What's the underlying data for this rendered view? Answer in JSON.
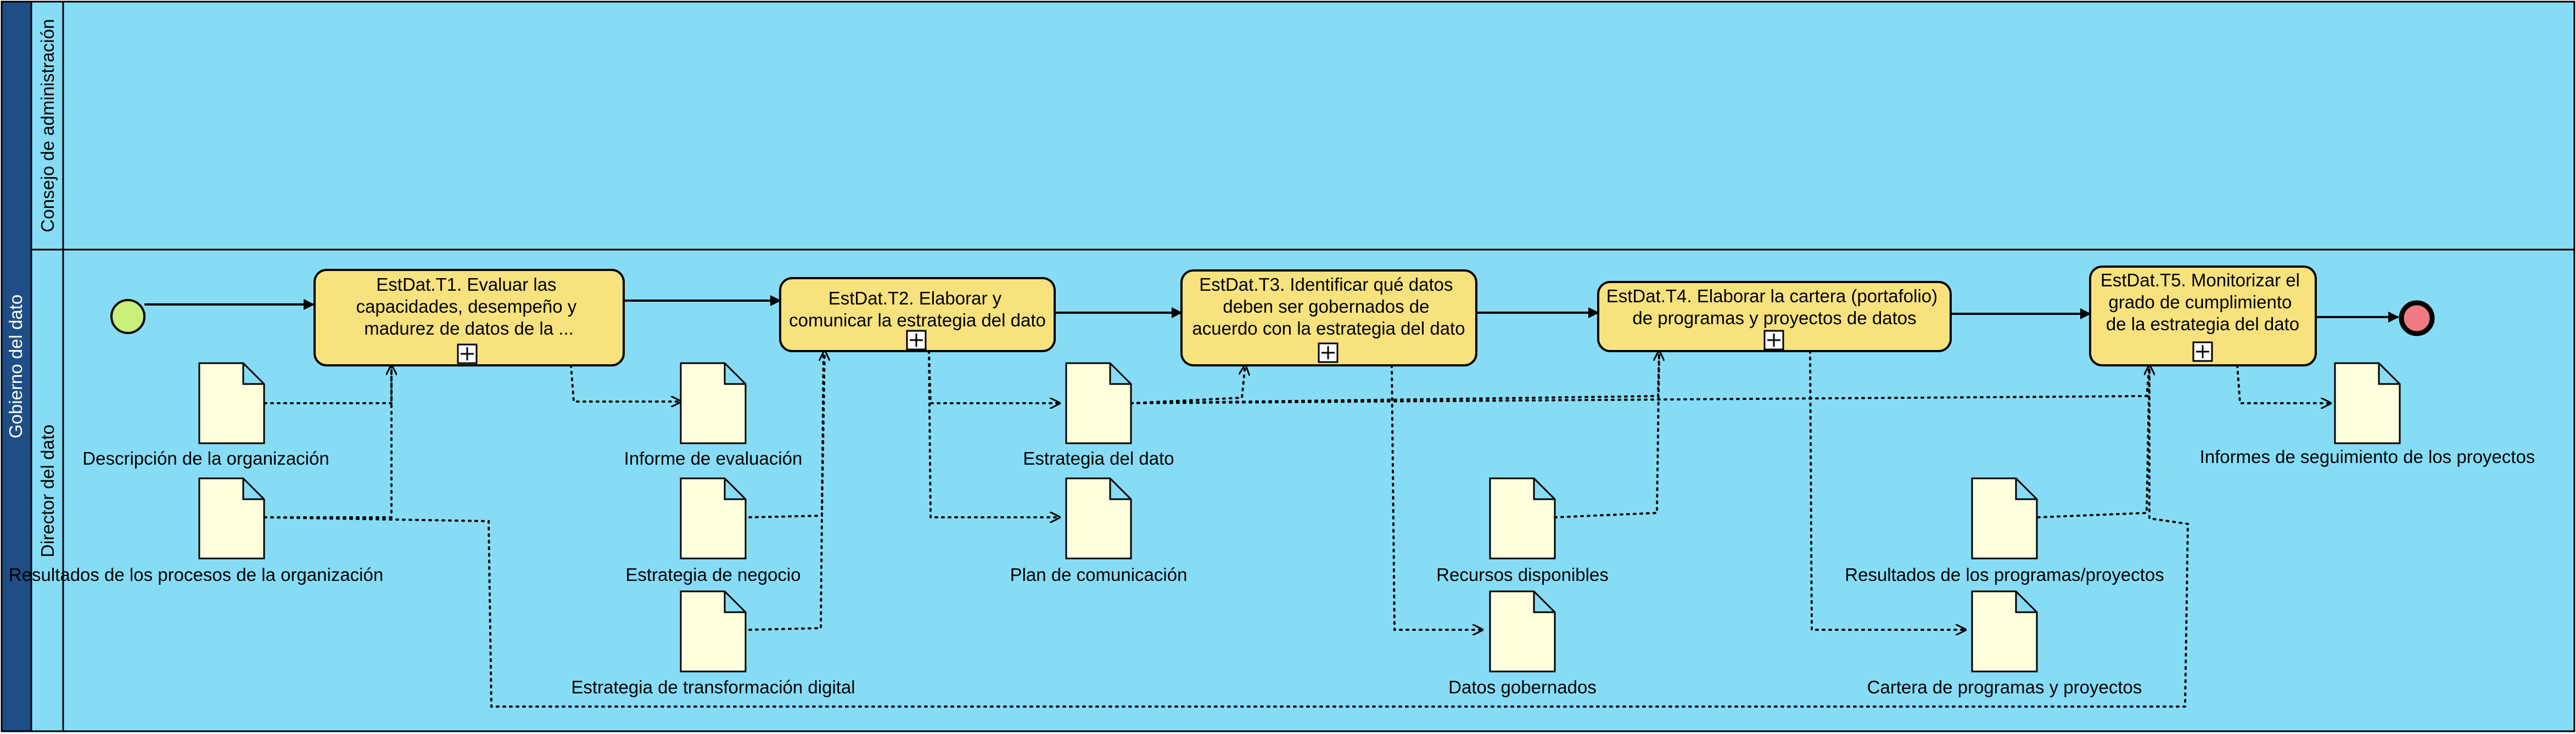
{
  "pool": {
    "name": "Gobierno del dato"
  },
  "lanes": [
    {
      "name": "Consejo de administración"
    },
    {
      "name": "Director del dato"
    }
  ],
  "tasks": [
    {
      "id": "t1",
      "lines": [
        "EstDat.T1. Evaluar las",
        "capacidades, desempeño y",
        "madurez de datos de la ..."
      ]
    },
    {
      "id": "t2",
      "lines": [
        "EstDat.T2. Elaborar y",
        "comunicar la estrategia del dato"
      ]
    },
    {
      "id": "t3",
      "lines": [
        "EstDat.T3. Identificar qué datos",
        "deben ser gobernados de",
        "acuerdo con la estrategia del dato"
      ]
    },
    {
      "id": "t4",
      "lines": [
        "EstDat.T4. Elaborar la cartera (portafolio)",
        "de programas y proyectos de datos"
      ]
    },
    {
      "id": "t5",
      "lines": [
        "EstDat.T5. Monitorizar el",
        "grado de cumplimiento",
        "de la estrategia del dato"
      ]
    }
  ],
  "documents": [
    {
      "id": "d1",
      "label": "Descripción de la organización"
    },
    {
      "id": "d2",
      "label": "Resultados de los procesos de la organización"
    },
    {
      "id": "d3",
      "label": "Informe de evaluación"
    },
    {
      "id": "d4",
      "label": "Estrategia de negocio"
    },
    {
      "id": "d5",
      "label": "Estrategia de transformación digital"
    },
    {
      "id": "d6",
      "label": "Estrategia del dato"
    },
    {
      "id": "d7",
      "label": "Plan de comunicación"
    },
    {
      "id": "d8",
      "label": "Recursos disponibles"
    },
    {
      "id": "d9",
      "label": "Datos gobernados"
    },
    {
      "id": "d10",
      "label": "Resultados de los programas/proyectos"
    },
    {
      "id": "d11",
      "label": "Cartera de programas y proyectos"
    },
    {
      "id": "d12",
      "label": "Informes de seguimiento de los proyectos"
    }
  ],
  "colors": {
    "pool": "#1f4e86",
    "lane": "#87dcf5",
    "task": "#f7e27e",
    "document": "#ffffdd",
    "start_event": "#c8f07a",
    "end_event": "#f07a84"
  },
  "icons": {
    "start": "start-event-icon",
    "end": "end-event-icon",
    "subprocess": "subprocess-expand-icon",
    "document": "data-object-icon"
  }
}
